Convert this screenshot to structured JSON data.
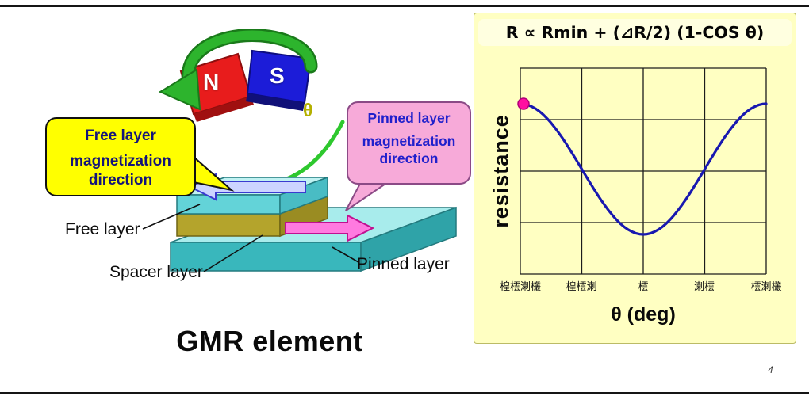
{
  "slide": {
    "title": "GMR element",
    "page_marker": "4"
  },
  "magnet": {
    "north": "N",
    "south": "S",
    "theta": "θ"
  },
  "callout_free": {
    "line1": "Free layer",
    "line2": "magnetization",
    "line3": "direction"
  },
  "callout_pinned": {
    "line1": "Pinned layer",
    "line2": "magnetization",
    "line3": "direction"
  },
  "labels": {
    "free": "Free layer",
    "spacer": "Spacer layer",
    "pinned": "Pinned layer"
  },
  "panel": {
    "formula": "R ∝ Rmin + (⊿R/2) (1-COS θ)",
    "y_label": "resistance",
    "x_label": "θ (deg)",
    "ticks": [
      "楻橒溂欉",
      "楻橒溂",
      "橒",
      "溂橒",
      "橒溂欉"
    ]
  },
  "chart_data": {
    "type": "line",
    "title": "R ∝ Rmin + (⊿R/2) (1-COS θ)",
    "xlabel": "θ (deg)",
    "ylabel": "resistance",
    "x_tick_labels": [
      "楻橒溂欉",
      "楻橒溂",
      "橒",
      "溂橒",
      "橒溂欉"
    ],
    "grid": {
      "cols": 4,
      "rows": 4
    },
    "line_color": "#1818b0",
    "curve": {
      "shape": "cosine, one full period",
      "y_norm_formula": "(1 + cos(2*pi*t)) / 2",
      "max_at": "both ends of x-range",
      "min_at": "center of x-range",
      "marker": {
        "t": 0,
        "color": "#ff10a0"
      }
    }
  }
}
